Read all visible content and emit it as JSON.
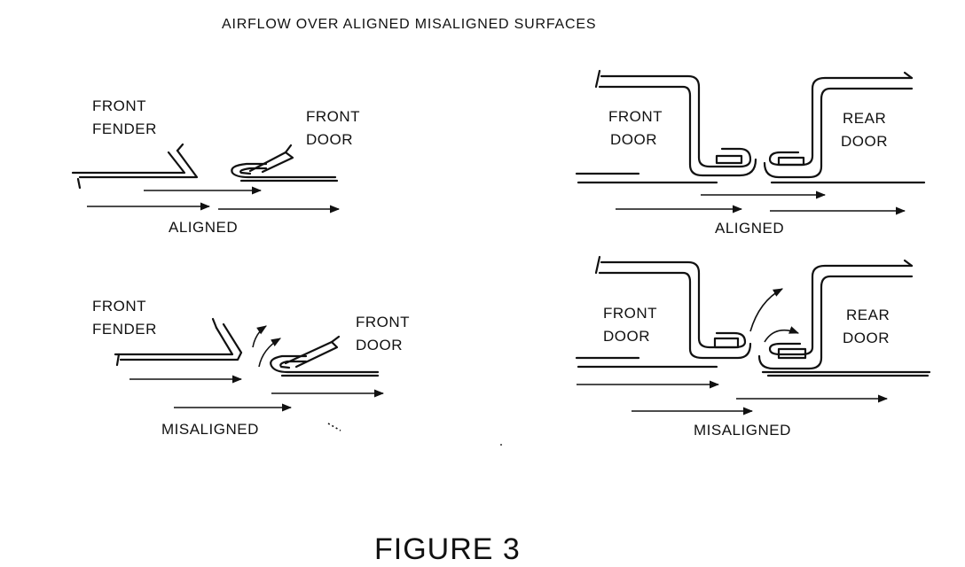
{
  "title": "AIRFLOW OVER ALIGNED MISALIGNED SURFACES",
  "figure_caption": "FIGURE 3",
  "panels": {
    "top_left": {
      "part_a": [
        "FRONT",
        "FENDER"
      ],
      "part_b": [
        "FRONT",
        "DOOR"
      ],
      "caption": "ALIGNED"
    },
    "bottom_left": {
      "part_a": [
        "FRONT",
        "FENDER"
      ],
      "part_b": [
        "FRONT",
        "DOOR"
      ],
      "caption": "MISALIGNED"
    },
    "top_right": {
      "part_a": [
        "FRONT",
        "DOOR"
      ],
      "part_b": [
        "REAR",
        "DOOR"
      ],
      "caption": "ALIGNED"
    },
    "bottom_right": {
      "part_a": [
        "FRONT",
        "DOOR"
      ],
      "part_b": [
        "REAR",
        "DOOR"
      ],
      "caption": "MISALIGNED"
    }
  }
}
